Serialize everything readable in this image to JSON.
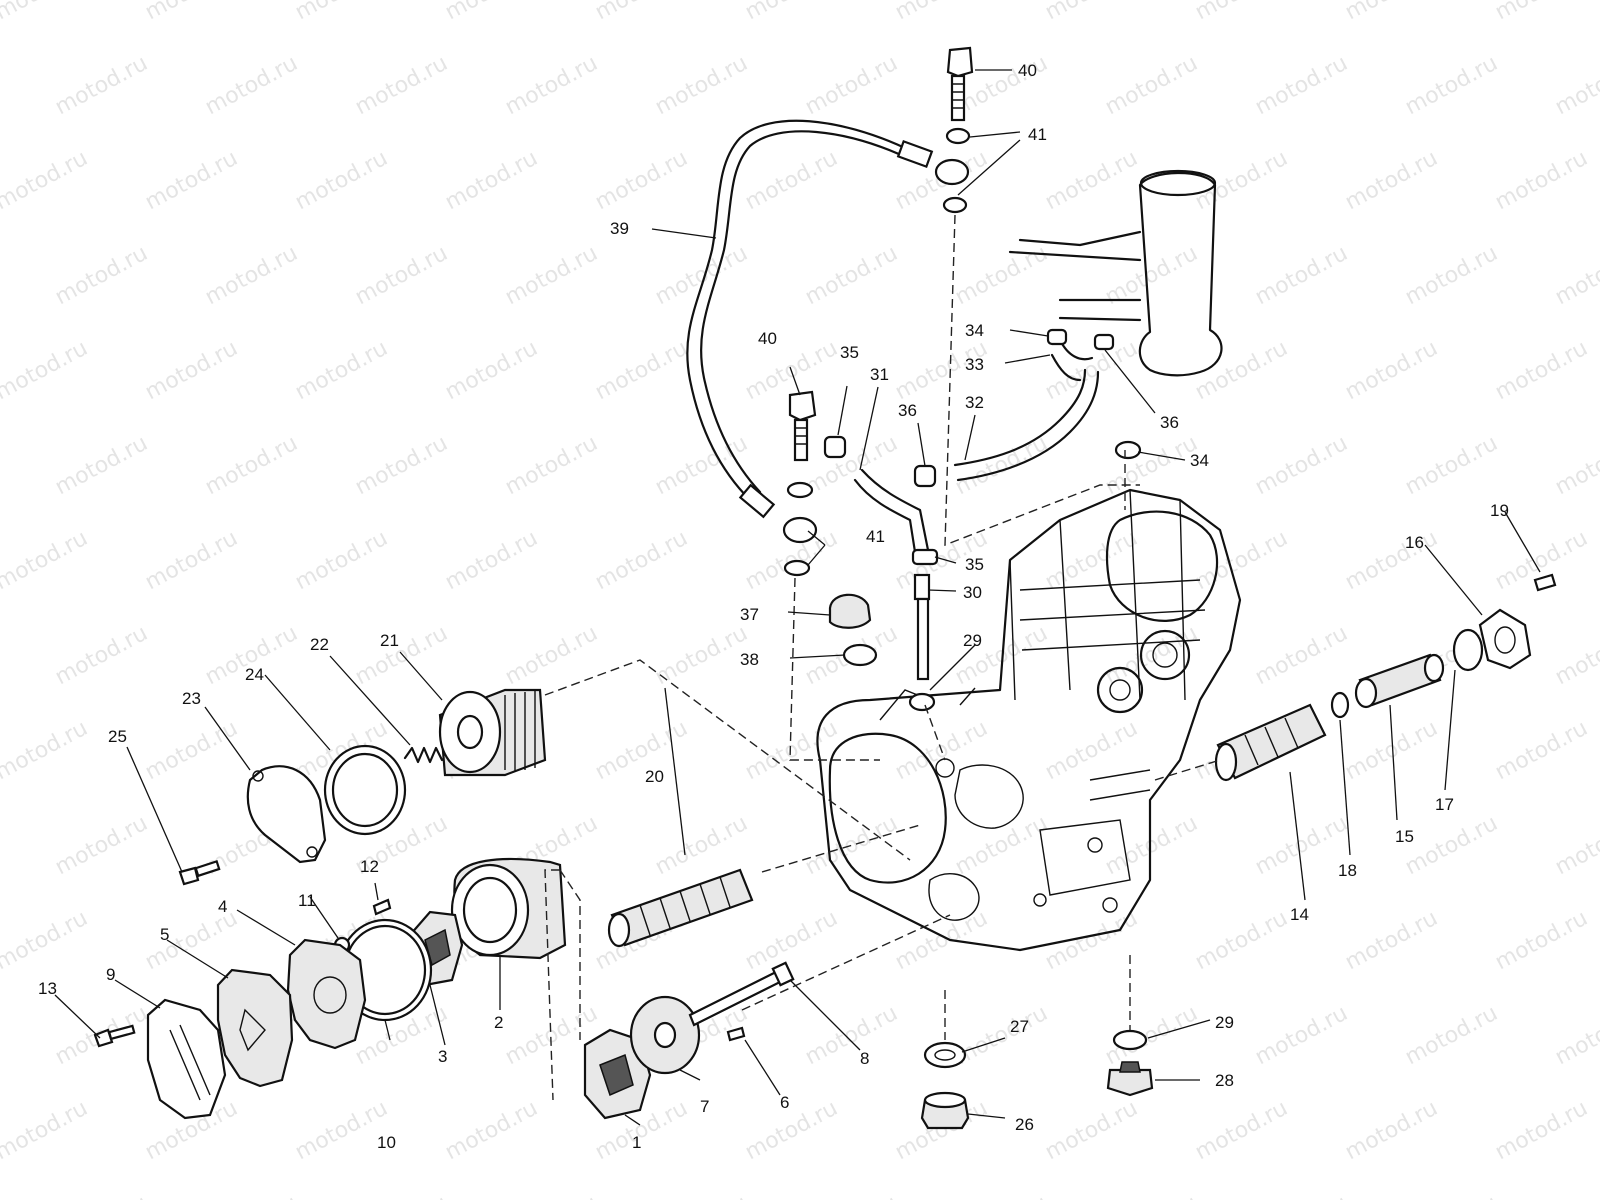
{
  "watermark": "motod.ru",
  "callouts": [
    {
      "id": "c1",
      "text": "1"
    },
    {
      "id": "c2",
      "text": "2"
    },
    {
      "id": "c3",
      "text": "3"
    },
    {
      "id": "c4",
      "text": "4"
    },
    {
      "id": "c5",
      "text": "5"
    },
    {
      "id": "c6",
      "text": "6"
    },
    {
      "id": "c7",
      "text": "7"
    },
    {
      "id": "c8",
      "text": "8"
    },
    {
      "id": "c9",
      "text": "9"
    },
    {
      "id": "c10",
      "text": "10"
    },
    {
      "id": "c11",
      "text": "11"
    },
    {
      "id": "c12",
      "text": "12"
    },
    {
      "id": "c13",
      "text": "13"
    },
    {
      "id": "c14",
      "text": "14"
    },
    {
      "id": "c15",
      "text": "15"
    },
    {
      "id": "c16",
      "text": "16"
    },
    {
      "id": "c17",
      "text": "17"
    },
    {
      "id": "c18",
      "text": "18"
    },
    {
      "id": "c19",
      "text": "19"
    },
    {
      "id": "c20",
      "text": "20"
    },
    {
      "id": "c21",
      "text": "21"
    },
    {
      "id": "c22",
      "text": "22"
    },
    {
      "id": "c23",
      "text": "23"
    },
    {
      "id": "c24",
      "text": "24"
    },
    {
      "id": "c25",
      "text": "25"
    },
    {
      "id": "c26",
      "text": "26"
    },
    {
      "id": "c27",
      "text": "27"
    },
    {
      "id": "c28",
      "text": "28"
    },
    {
      "id": "c29a",
      "text": "29"
    },
    {
      "id": "c29b",
      "text": "29"
    },
    {
      "id": "c30",
      "text": "30"
    },
    {
      "id": "c31",
      "text": "31"
    },
    {
      "id": "c32",
      "text": "32"
    },
    {
      "id": "c33",
      "text": "33"
    },
    {
      "id": "c34a",
      "text": "34"
    },
    {
      "id": "c34b",
      "text": "34"
    },
    {
      "id": "c35a",
      "text": "35"
    },
    {
      "id": "c35b",
      "text": "35"
    },
    {
      "id": "c36a",
      "text": "36"
    },
    {
      "id": "c36b",
      "text": "36"
    },
    {
      "id": "c37",
      "text": "37"
    },
    {
      "id": "c38",
      "text": "38"
    },
    {
      "id": "c39",
      "text": "39"
    },
    {
      "id": "c40a",
      "text": "40"
    },
    {
      "id": "c40b",
      "text": "40"
    },
    {
      "id": "c41a",
      "text": "41"
    },
    {
      "id": "c41b",
      "text": "41"
    }
  ]
}
